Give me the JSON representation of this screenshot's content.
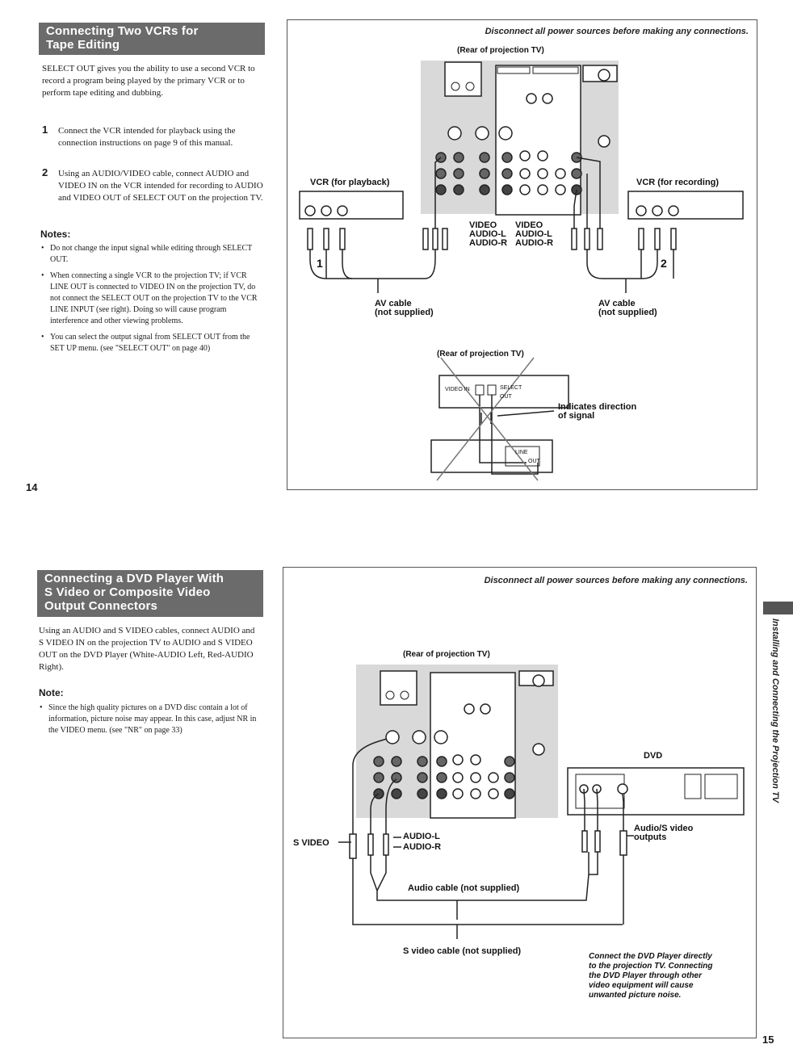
{
  "top": {
    "heading_lines": [
      "Connecting Two VCRs for",
      "Tape Editing"
    ],
    "intro": "SELECT OUT gives you the ability to use a second VCR to record a program being played by the primary VCR or to perform tape editing and dubbing.",
    "steps": [
      {
        "num": "1",
        "text": "Connect the VCR intended for playback using the connection instructions on page 9 of this manual."
      },
      {
        "num": "2",
        "text": "Using an AUDIO/VIDEO cable, connect AUDIO and VIDEO IN on the VCR intended for recording to AUDIO and VIDEO OUT of SELECT OUT on the projection TV."
      }
    ],
    "notes_heading": "Notes:",
    "notes": [
      "Do not change the input signal while editing through SELECT OUT.",
      "When connecting a single VCR to the projection TV; if VCR LINE OUT is connected to VIDEO IN on the projection TV, do not connect the SELECT OUT on the projection TV to the VCR LINE INPUT (see right). Doing so will cause program interference and other viewing problems.",
      "You can select the output signal from SELECT OUT from the SET UP menu. (see \"SELECT OUT\" on page 40)"
    ],
    "page_number": "14",
    "diagram": {
      "warning": "Disconnect all power sources before making any connections.",
      "rear_label": "(Rear of projection TV)",
      "vcr_play": "VCR (for playback)",
      "vcr_rec": "VCR (for recording)",
      "sig_left": [
        "VIDEO",
        "AUDIO-L",
        "AUDIO-R"
      ],
      "sig_right": [
        "VIDEO",
        "AUDIO-L",
        "AUDIO-R"
      ],
      "num1": "1",
      "num2": "2",
      "av_left": [
        "AV cable",
        "(not supplied)"
      ],
      "av_right": [
        "AV cable",
        "(not supplied)"
      ],
      "rear_label2": "(Rear of projection TV)",
      "video_in": "VIDEO IN",
      "select_out": [
        "SELECT",
        "OUT"
      ],
      "line": "LINE",
      "out": "OUT",
      "direction": [
        "Indicates direction",
        "of signal"
      ]
    }
  },
  "bottom": {
    "heading_lines": [
      "Connecting a DVD Player With",
      "S Video or Composite Video",
      "Output Connectors"
    ],
    "intro": "Using an AUDIO and S VIDEO cables, connect AUDIO and S VIDEO IN on the projection TV to AUDIO and S VIDEO OUT on the DVD Player (White-AUDIO Left, Red-AUDIO Right).",
    "note_heading": "Note:",
    "notes": [
      "Since the high quality pictures on a DVD disc contain a lot of information, picture noise may appear. In this case, adjust NR in the VIDEO menu. (see \"NR\" on page 33)"
    ],
    "page_number": "15",
    "side_text": "Installing and Connecting the Projection TV",
    "diagram": {
      "warning": "Disconnect all power sources before making any connections.",
      "rear_label": "(Rear of projection TV)",
      "dvd": "DVD",
      "s_video": "S VIDEO",
      "audio_l": "AUDIO-L",
      "audio_r": "AUDIO-R",
      "outputs": [
        "Audio/S video",
        "outputs"
      ],
      "audio_cable": "Audio cable (not supplied)",
      "svideo_cable": "S video cable (not supplied)",
      "italic_note": [
        "Connect the DVD Player directly",
        "to the projection TV. Connecting",
        "the DVD Player through other",
        "video equipment will cause",
        "unwanted picture noise."
      ]
    }
  },
  "colors": {
    "heading_bg": "#6b6b6b",
    "panel_bg": "#d9d9d9",
    "text": "#1a1a1a"
  }
}
